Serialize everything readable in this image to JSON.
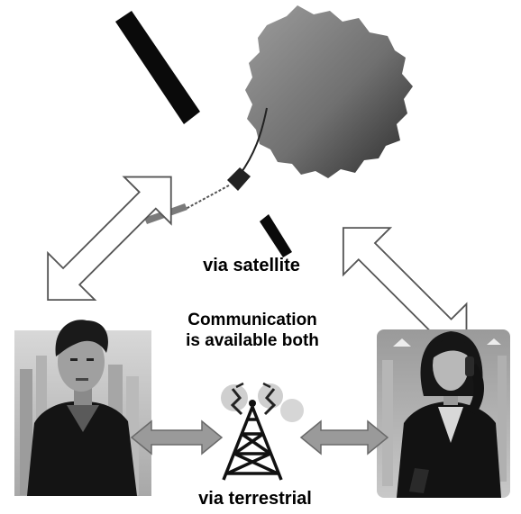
{
  "labels": {
    "satellite": "via satellite",
    "communication_line1": "Communication",
    "communication_line2": "is available both",
    "terrestrial": "via terrestrial"
  },
  "icons": {
    "satellite": "satellite-icon",
    "tower": "cell-tower-icon",
    "man": "man-person-icon",
    "woman": "woman-on-phone-icon"
  },
  "colors": {
    "link_arrow_fill": "#ffffff",
    "link_arrow_stroke": "#555555",
    "terrestrial_arrow_fill": "#9a9a9a",
    "signal_glow": "#cccccc",
    "background": "#ffffff"
  }
}
